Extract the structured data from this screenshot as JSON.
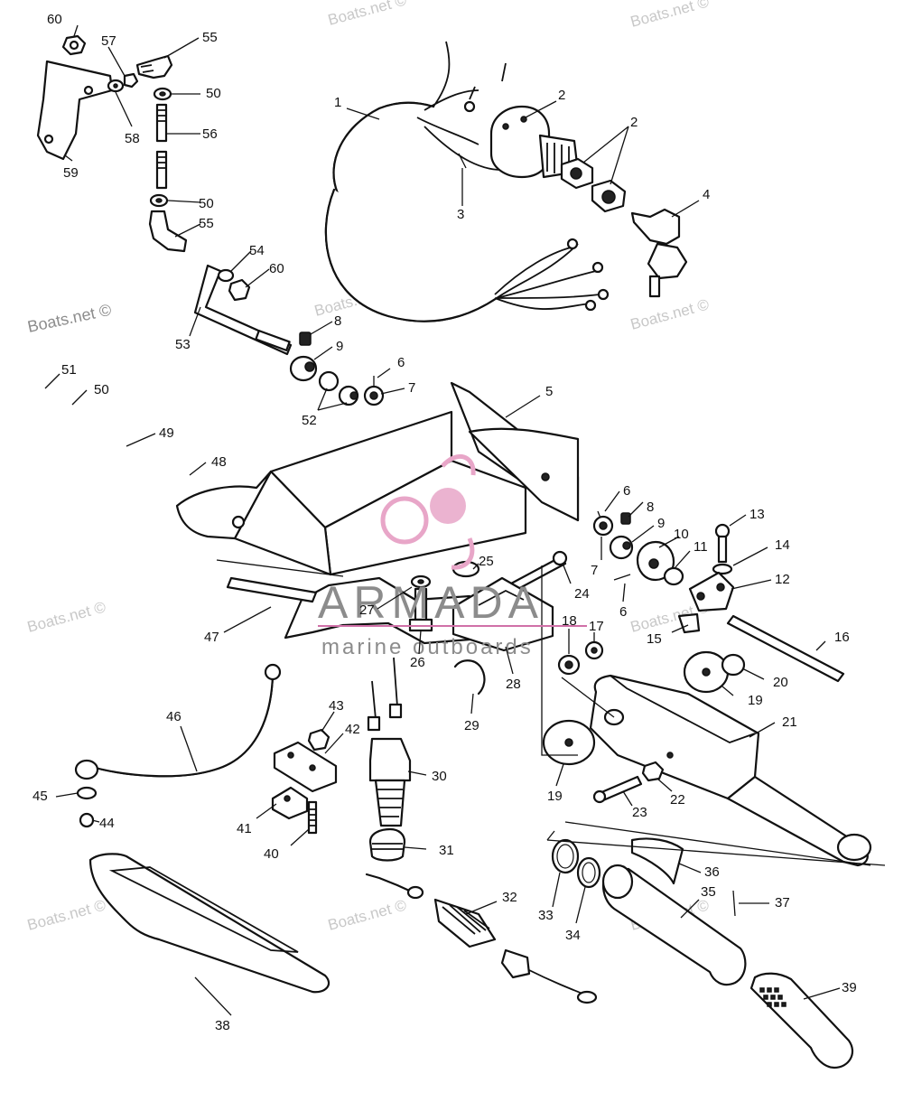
{
  "watermarks": [
    "Boats.net ©",
    "Boats.net ©",
    "Boats.net ©",
    "Boats.net ©",
    "Boats.net ©",
    "Boats.net ©",
    "Boats.net ©",
    "Boats.net ©",
    "Boats.net ©",
    "Boats.net ©"
  ],
  "brand": {
    "name": "ARMADA",
    "tagline": "marine outboards",
    "accent_color": "#e8a6c8",
    "line_color": "#d070a8"
  },
  "callouts": [
    "60",
    "57",
    "55",
    "50",
    "56",
    "58",
    "59",
    "50",
    "55",
    "54",
    "60",
    "53",
    "8",
    "9",
    "51",
    "50",
    "49",
    "48",
    "6",
    "7",
    "52",
    "5",
    "1",
    "2",
    "2",
    "3",
    "4",
    "6",
    "8",
    "9",
    "10",
    "11",
    "13",
    "14",
    "12",
    "7",
    "6",
    "15",
    "16",
    "25",
    "24",
    "27",
    "26",
    "28",
    "17",
    "18",
    "20",
    "19",
    "19",
    "21",
    "22",
    "23",
    "29",
    "47",
    "46",
    "43",
    "42",
    "45",
    "44",
    "41",
    "40",
    "30",
    "31",
    "32",
    "33",
    "34",
    "35",
    "36",
    "37",
    "38",
    "39"
  ]
}
